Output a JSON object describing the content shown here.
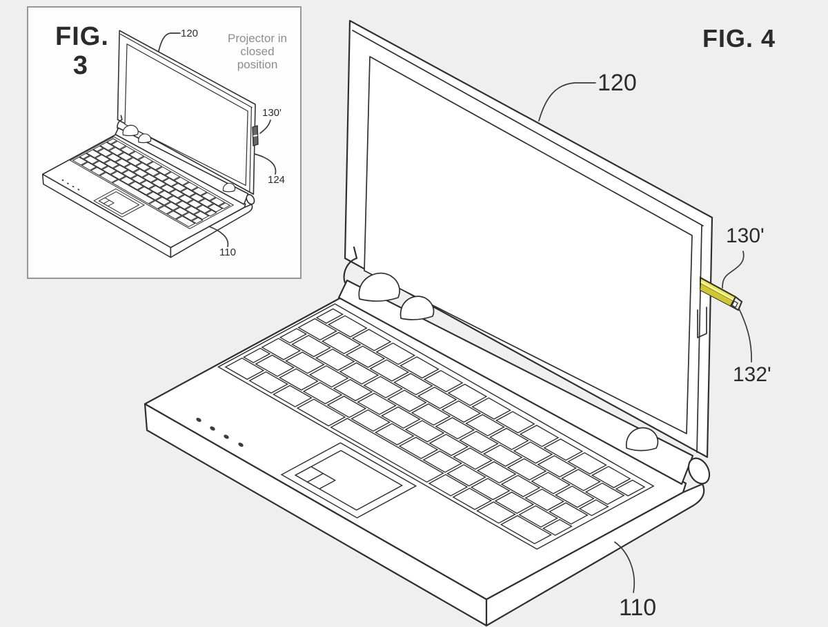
{
  "figure3": {
    "title": "FIG.",
    "title_number": "3",
    "annotation": "Projector in closed position",
    "ref_lid": "120",
    "ref_projector": "130'",
    "ref_edge": "124",
    "ref_base": "110"
  },
  "figure4": {
    "title": "FIG. 4",
    "ref_lid": "120",
    "ref_projector": "130'",
    "ref_projector_tip": "132'",
    "ref_base": "110"
  },
  "colors": {
    "background": "#efefef",
    "line": "#2f2f2f",
    "stylus_yellow": "#e9e545",
    "annotation_gray": "#8d8d8d"
  }
}
